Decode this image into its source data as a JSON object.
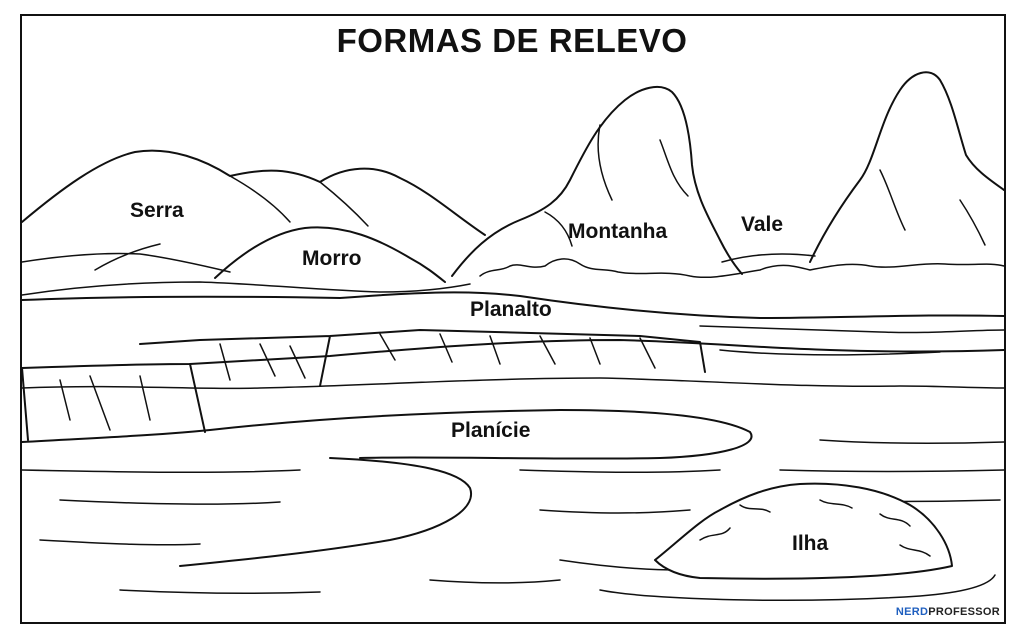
{
  "title": "FORMAS DE RELEVO",
  "labels": {
    "serra": "Serra",
    "morro": "Morro",
    "montanha": "Montanha",
    "vale": "Vale",
    "planalto": "Planalto",
    "planicie": "Planície",
    "ilha": "Ilha"
  },
  "brand": {
    "part1": "NERD",
    "part2": "PROFESSOR",
    "accent_color": "#1f5fbf"
  }
}
